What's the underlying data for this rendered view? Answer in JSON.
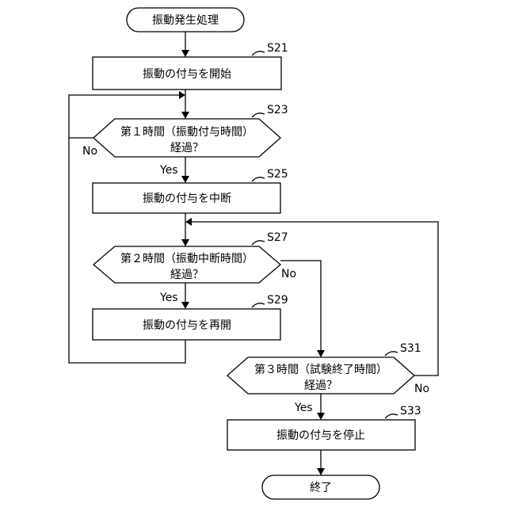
{
  "nodes": {
    "start": "振動発生処理",
    "s21": "振動の付与を開始",
    "s23_line1": "第１時間（振動付与時間）",
    "s23_line2": "経過？",
    "s25": "振動の付与を中断",
    "s27_line1": "第２時間（振動中断時間）",
    "s27_line2": "経過？",
    "s29": "振動の付与を再開",
    "s31_line1": "第３時間（試験終了時間）",
    "s31_line2": "経過？",
    "s33": "振動の付与を停止",
    "end": "終了"
  },
  "steps": {
    "s21": "S21",
    "s23": "S23",
    "s25": "S25",
    "s27": "S27",
    "s29": "S29",
    "s31": "S31",
    "s33": "S33"
  },
  "branches": {
    "s23_yes": "Yes",
    "s23_no": "No",
    "s27_yes": "Yes",
    "s27_no": "No",
    "s31_yes": "Yes",
    "s31_no": "No"
  }
}
